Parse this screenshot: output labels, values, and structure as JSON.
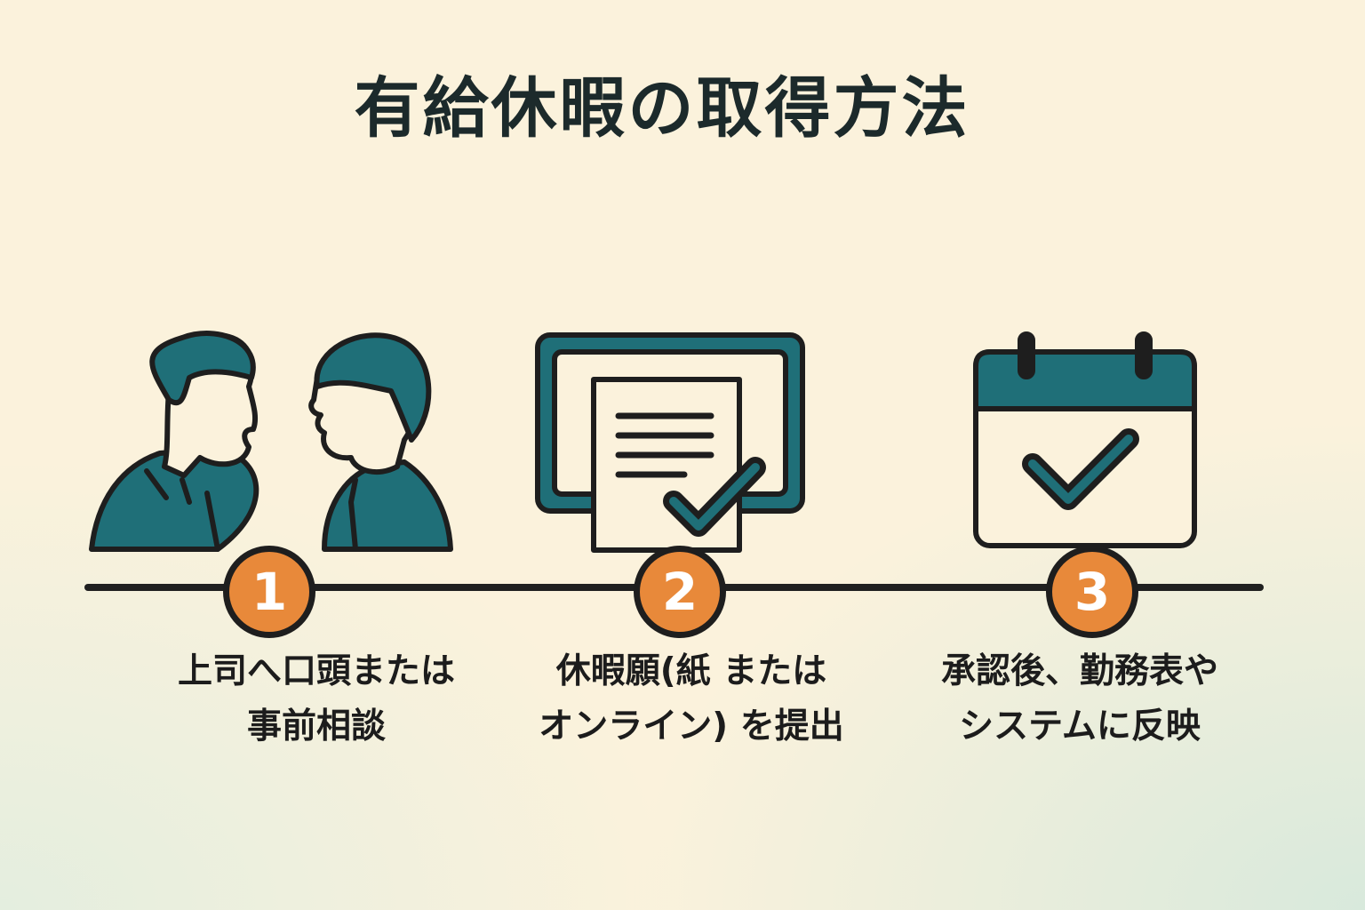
{
  "title": "有給休暇の取得方法",
  "colors": {
    "teal": "#1f6f78",
    "dark": "#1e1e1e",
    "orange": "#e8893a",
    "background": "#fbf2dc"
  },
  "steps": [
    {
      "number": "1",
      "icon": "two-people-talking-icon",
      "lines": [
        "上司へ口頭または",
        "事前相談"
      ]
    },
    {
      "number": "2",
      "icon": "document-submit-icon",
      "lines": [
        "休暇願(紙 または",
        "オンライン) を提出"
      ]
    },
    {
      "number": "3",
      "icon": "calendar-check-icon",
      "lines": [
        "承認後、勤務表や",
        "システムに反映"
      ]
    }
  ]
}
